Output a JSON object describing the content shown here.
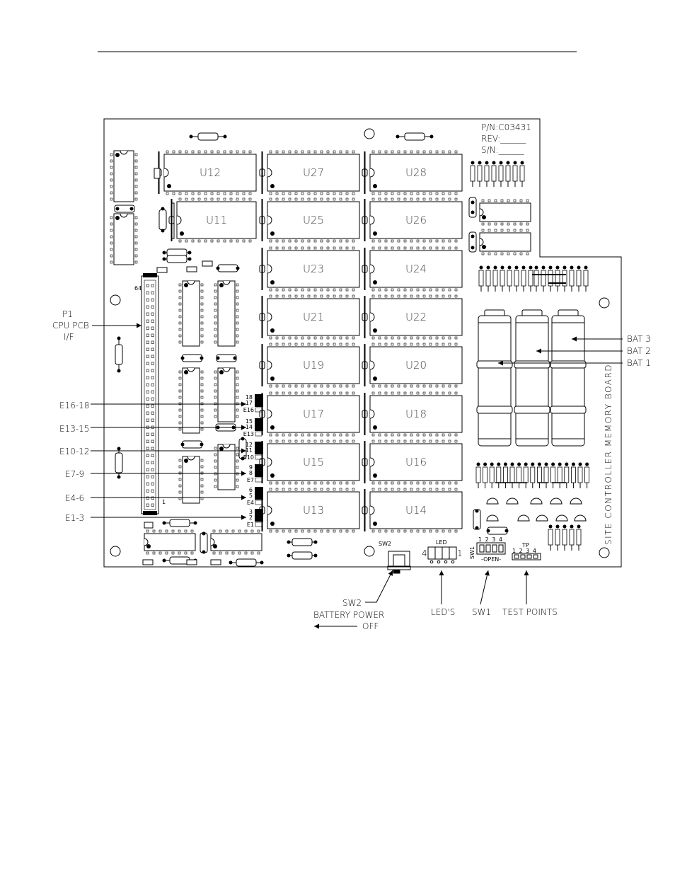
{
  "board": {
    "part_number": "P/N:C03431",
    "rev": "REV:______",
    "serial": "S/N:______",
    "side_title": "SITE CONTROLLER MEMORY BOARD"
  },
  "chips": [
    "U12",
    "U27",
    "U28",
    "U11",
    "U25",
    "U26",
    "U23",
    "U24",
    "U21",
    "U22",
    "U19",
    "U20",
    "U17",
    "U18",
    "U15",
    "U16",
    "U13",
    "U14"
  ],
  "connector": {
    "pin_top": "64",
    "pin_bottom": "1"
  },
  "jumpers": [
    {
      "top": "18",
      "mid": "17",
      "bot": "E16"
    },
    {
      "top": "15",
      "mid": "14",
      "bot": "E13"
    },
    {
      "top": "12",
      "mid": "11",
      "bot": "E10"
    },
    {
      "top": "9",
      "mid": "8",
      "bot": "E7"
    },
    {
      "top": "6",
      "mid": "5",
      "bot": "E4"
    },
    {
      "top": "3",
      "mid": "2",
      "bot": "E1"
    }
  ],
  "left_labels": {
    "p1": "P1",
    "cpu_pcb": "CPU PCB",
    "if": "I/F",
    "e16_18": "E16-18",
    "e13_15": "E13-15",
    "e10_12": "E10-12",
    "e7_9": "E7-9",
    "e4_6": "E4-6",
    "e1_3": "E1-3"
  },
  "batteries": [
    "BAT 3",
    "BAT 2",
    "BAT 1"
  ],
  "silk": {
    "sw2": "SW2",
    "led": "LED",
    "led_4": "4",
    "led_1": "1",
    "sw1": "SW1",
    "sw1_pins": "1 2 3 4",
    "open": "-OPEN-",
    "tp": "TP",
    "tp_pins": "1 2 3 4"
  },
  "bottom_labels": {
    "sw2": "SW2",
    "battery_power": "BATTERY POWER",
    "off": "OFF",
    "leds": "LED'S",
    "sw1": "SW1",
    "test_points": "TEST POINTS"
  }
}
